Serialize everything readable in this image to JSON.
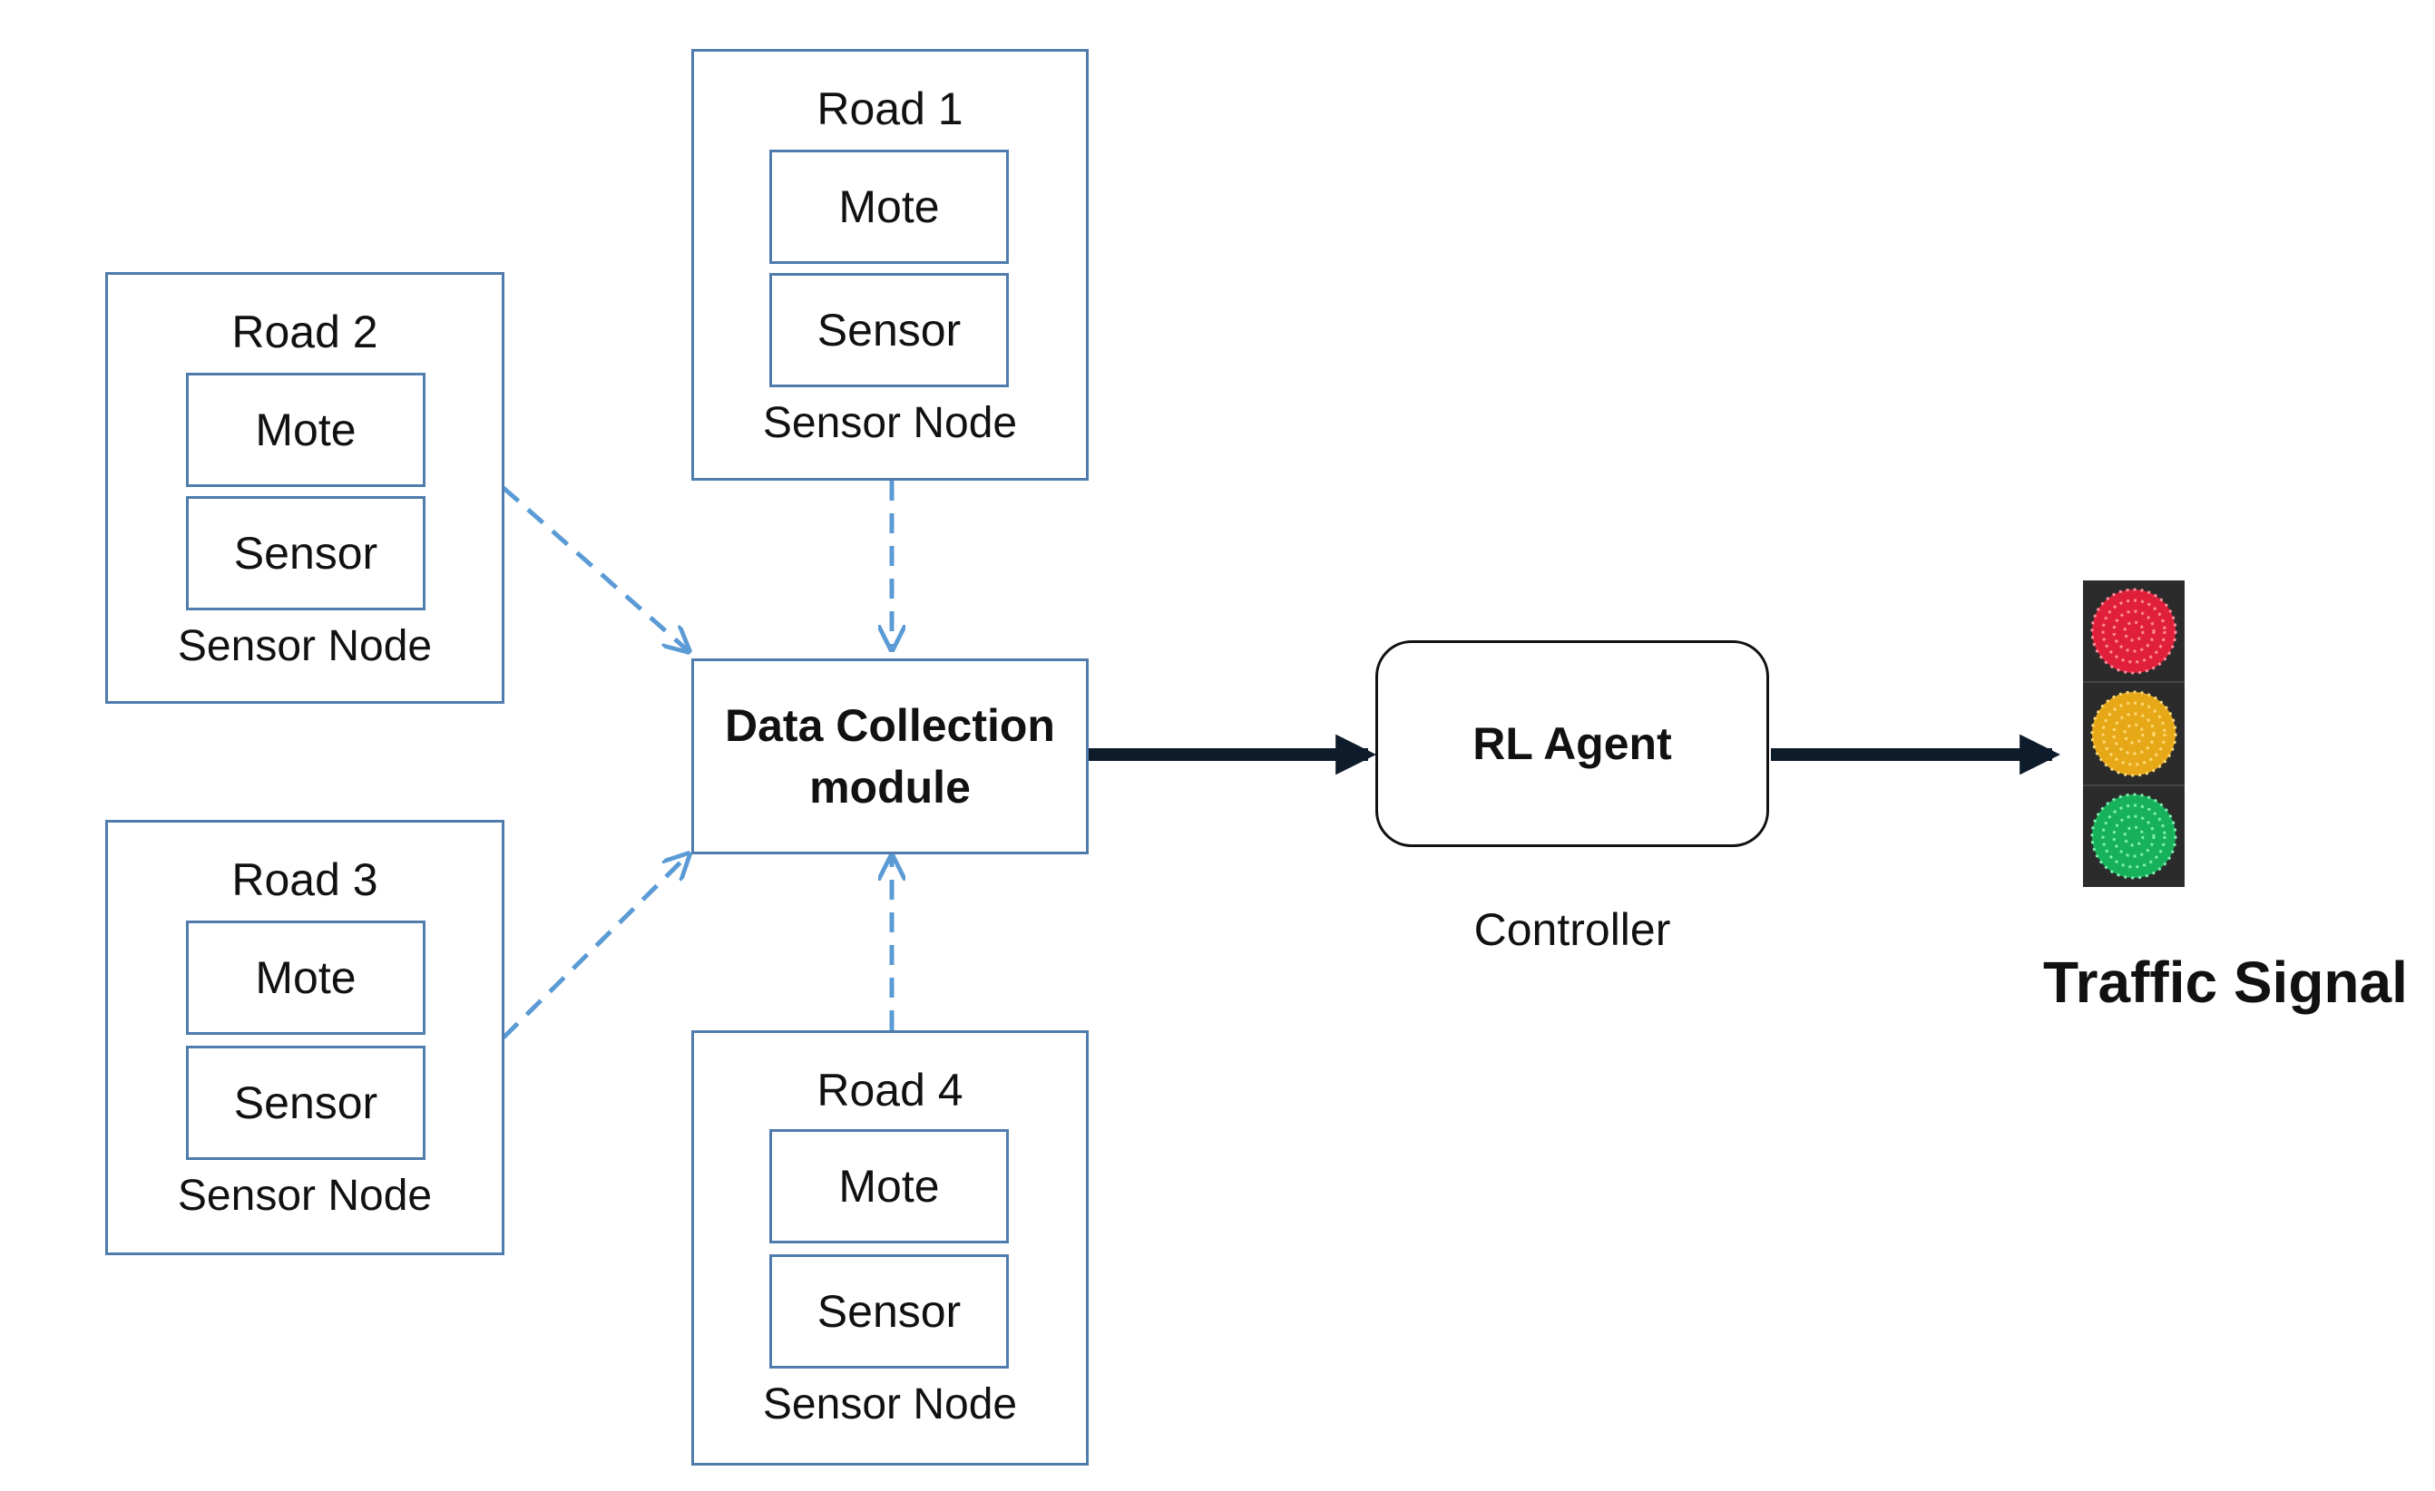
{
  "nodes": {
    "road1": {
      "title": "Road 1",
      "mote": "Mote",
      "sensor": "Sensor",
      "label": "Sensor Node"
    },
    "road2": {
      "title": "Road 2",
      "mote": "Mote",
      "sensor": "Sensor",
      "label": "Sensor Node"
    },
    "road3": {
      "title": "Road 3",
      "mote": "Mote",
      "sensor": "Sensor",
      "label": "Sensor Node"
    },
    "road4": {
      "title": "Road 4",
      "mote": "Mote",
      "sensor": "Sensor",
      "label": "Sensor Node"
    }
  },
  "data_collection": {
    "line1": "Data Collection",
    "line2": "module"
  },
  "rl_agent": {
    "label": "RL Agent",
    "caption": "Controller"
  },
  "traffic_signal": {
    "label": "Traffic Signal",
    "lights": [
      "red",
      "yellow",
      "green"
    ]
  },
  "colors": {
    "box_border": "#4f7cac",
    "dashed_arrow": "#5b9bd5",
    "solid_arrow": "#0d1b2a",
    "light_red": "#e0203a",
    "light_yellow": "#e6a817",
    "light_green": "#16b15a",
    "signal_housing": "#2b2b2b"
  }
}
